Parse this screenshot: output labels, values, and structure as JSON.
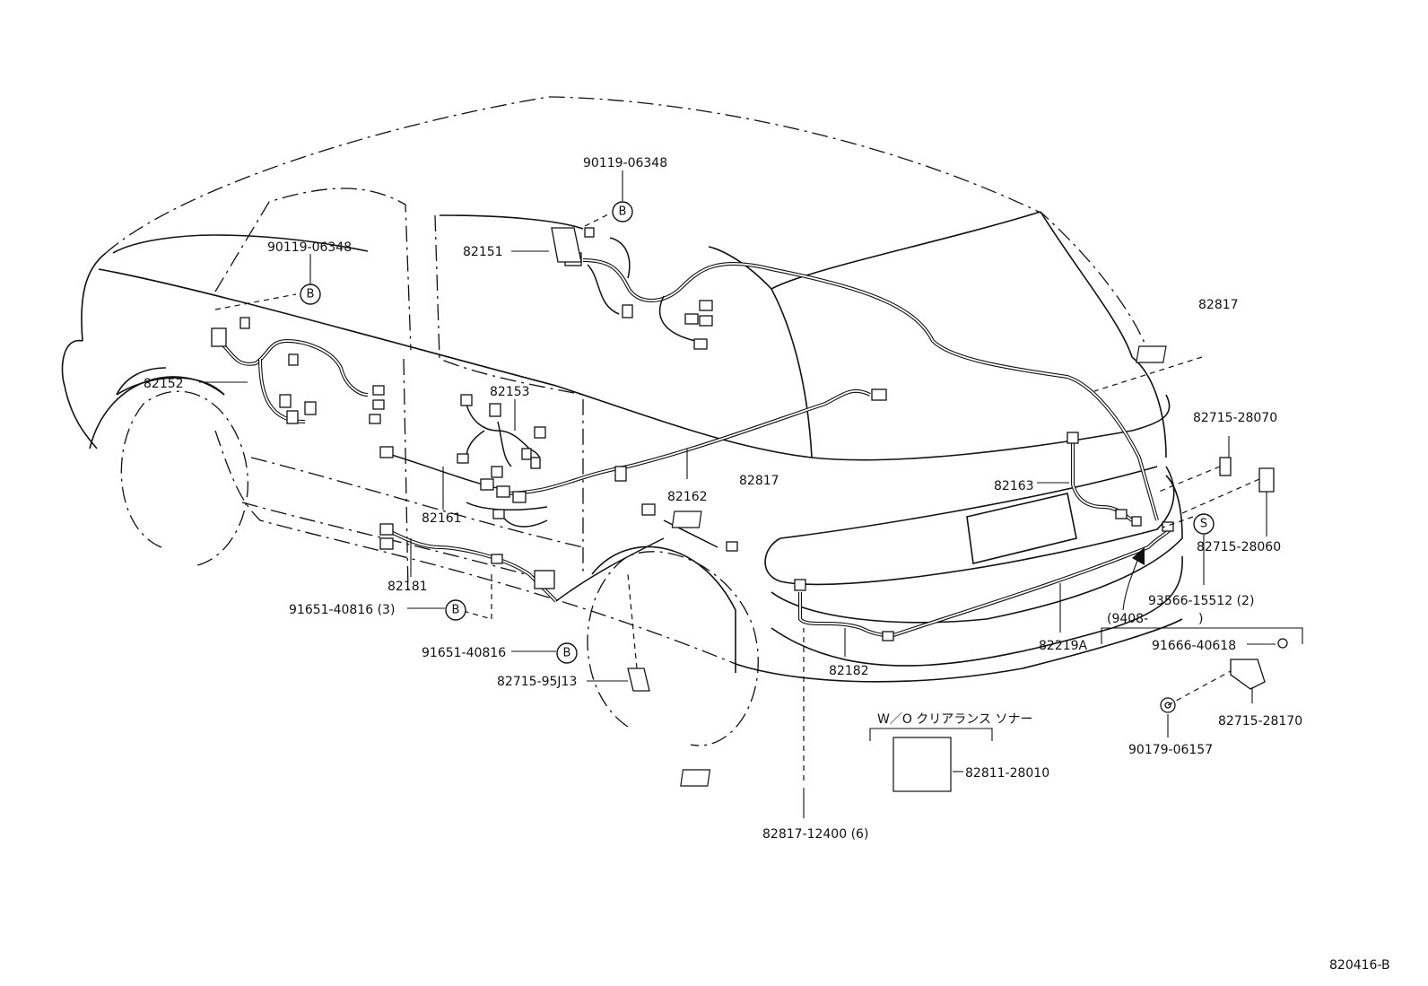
{
  "diagram": {
    "figure_id": "820416-B",
    "part_labels": {
      "p_90119_top": "90119-06348",
      "p_90119_left": "90119-06348",
      "p_82151": "82151",
      "p_82152": "82152",
      "p_82153": "82153",
      "p_82817_right": "82817",
      "p_82817_mid": "82817",
      "p_82715_28070": "82715-28070",
      "p_82163": "82163",
      "p_82162": "82162",
      "p_82161": "82161",
      "p_82181": "82181",
      "p_91651_40816_3": "91651-40816 (3)",
      "p_91651_40816": "91651-40816",
      "p_82715_95J13": "82715-95J13",
      "p_82715_28060": "82715-28060",
      "p_93566_15512": "93566-15512 (2)",
      "p_9408": "(9408-",
      "p_9408_close": ")",
      "p_82219A": "82219A",
      "p_82182": "82182",
      "p_91666_40618": "91666-40618",
      "p_82715_28170": "82715-28170",
      "p_90179_06157": "90179-06157",
      "p_wo_sonar": "W／O クリアランス ソナー",
      "p_82811_28010": "82811-28010",
      "p_82817_12400": "82817-12400 (6)"
    },
    "badges": {
      "b": "B",
      "s": "S"
    }
  }
}
